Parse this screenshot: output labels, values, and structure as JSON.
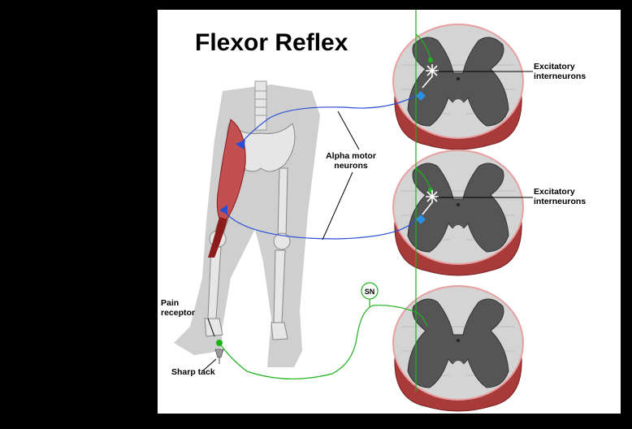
{
  "diagram": {
    "title": "Flexor Reflex",
    "labels": {
      "excitatory_top": "Excitatory\ninterneurons",
      "excitatory_mid": "Excitatory\ninterneurons",
      "alpha_motor": "Alpha motor\nneurons",
      "sn": "SN",
      "pain_receptor": "Pain\nreceptor",
      "sharp_tack": "Sharp tack"
    },
    "colors": {
      "background": "#000000",
      "panel": "#ffffff",
      "sensory_neuron": "#1db31d",
      "motor_neuron": "#2a4fd6",
      "interneuron": "#ffffff",
      "muscle": "#c25050",
      "muscle_dark": "#8c1c1c",
      "grey_matter": "#555555",
      "white_matter": "#d4d4d4",
      "cord_outline": "#e8a0a0",
      "cord_tissue": "#a83a3a",
      "skeleton": "#e6e6e6",
      "silhouette": "#cfcfcf"
    }
  }
}
